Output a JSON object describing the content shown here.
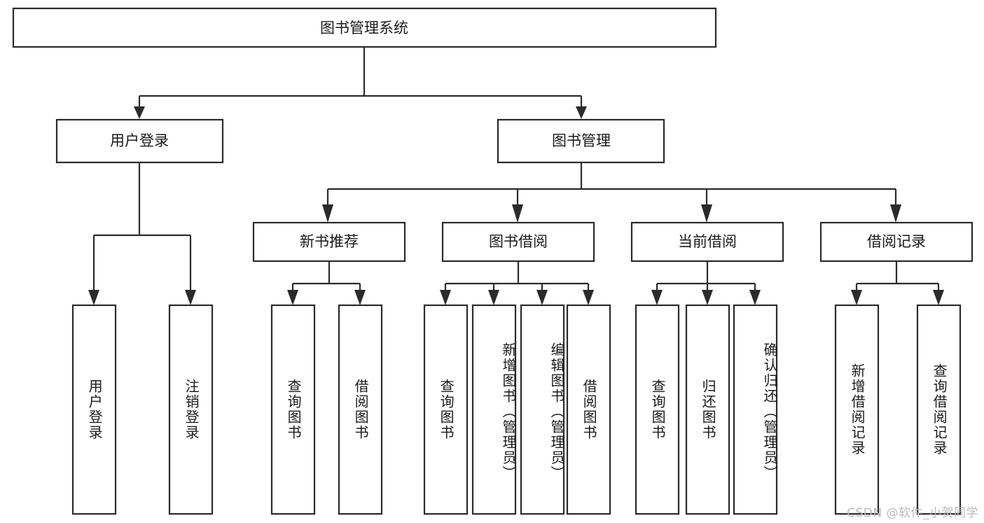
{
  "diagram": {
    "type": "tree",
    "title": "图书管理系统",
    "watermark": "CSDN @软件_小贺同学",
    "colors": {
      "box_stroke": "#2b2b2b",
      "box_fill": "#ffffff",
      "text": "#1a1a1a",
      "watermark": "#b9b9b9",
      "background": "#ffffff"
    },
    "root": {
      "label": "图书管理系统"
    },
    "level2": [
      {
        "label": "用户登录"
      },
      {
        "label": "图书管理"
      }
    ],
    "level3": [
      {
        "label": "新书推荐"
      },
      {
        "label": "图书借阅"
      },
      {
        "label": "当前借阅"
      },
      {
        "label": "借阅记录"
      }
    ],
    "leaves": {
      "user_login": [
        {
          "label": "用户登录"
        },
        {
          "label": "注销登录"
        }
      ],
      "new_book_recommend": [
        {
          "label": "查询图书"
        },
        {
          "label": "借阅图书"
        }
      ],
      "book_borrow": [
        {
          "label": "查询图书"
        },
        {
          "label": "新增图书（管理员）"
        },
        {
          "label": "编辑图书（管理员）"
        },
        {
          "label": "借阅图书"
        }
      ],
      "current_borrow": [
        {
          "label": "查询图书"
        },
        {
          "label": "归还图书"
        },
        {
          "label": "确认归还（管理员）"
        }
      ],
      "borrow_record": [
        {
          "label": "新增借阅记录"
        },
        {
          "label": "查询借阅记录"
        }
      ]
    }
  }
}
